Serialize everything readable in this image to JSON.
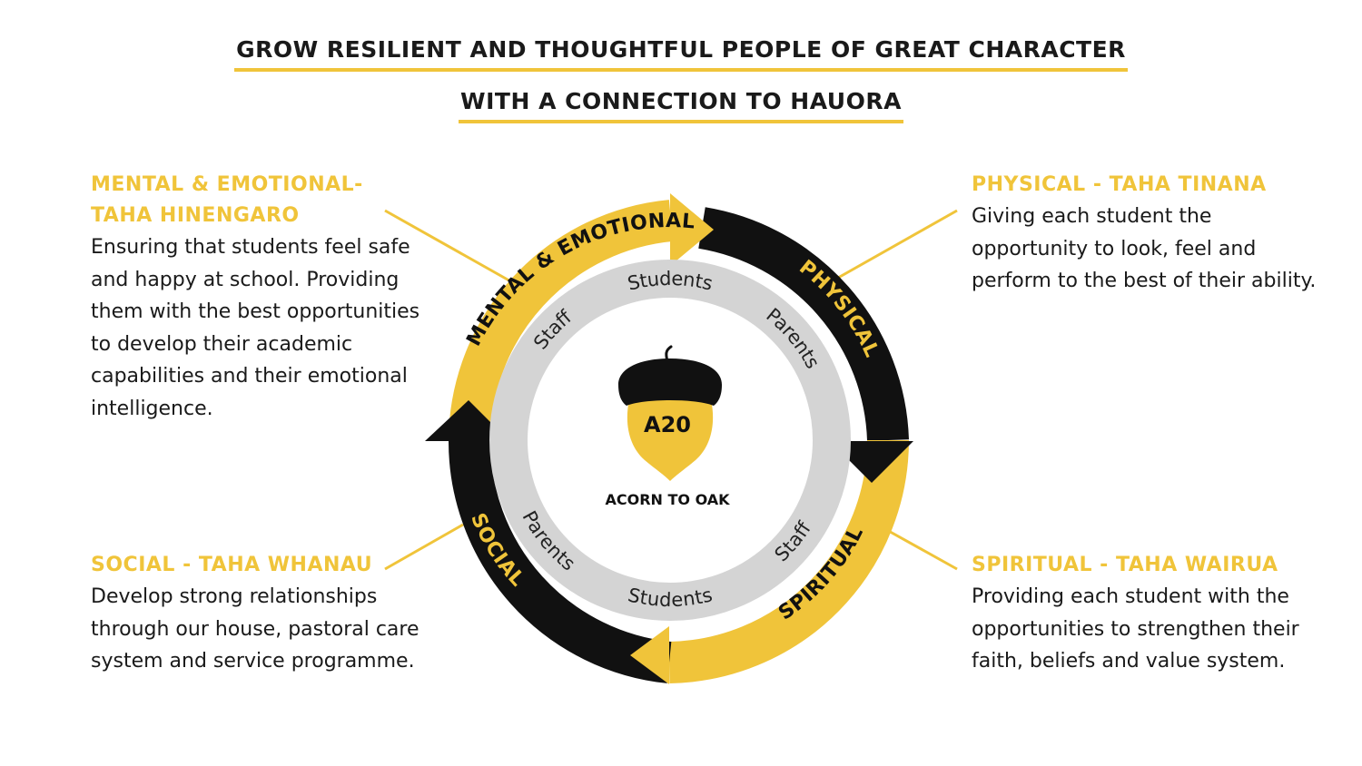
{
  "header": {
    "line1": "GROW RESILIENT AND THOUGHTFUL PEOPLE OF GREAT CHARACTER",
    "line2": "WITH A CONNECTION TO HAUORA"
  },
  "blocks": {
    "mental": {
      "title": "MENTAL & EMOTIONAL- TAHA HINENGARO",
      "body": "Ensuring that students feel safe and happy at school. Providing them with the best opportunities to develop their academic capabilities and their emotional intelligence."
    },
    "physical": {
      "title": "PHYSICAL - TAHA TINANA",
      "body": "Giving each student the opportunity to look, feel and perform to the best of their ability."
    },
    "social": {
      "title": "SOCIAL - TAHA WHANAU",
      "body": "Develop strong relationships through our house, pastoral care system and service programme."
    },
    "spiritual": {
      "title": "SPIRITUAL - TAHA WAIRUA",
      "body": "Providing each student with the opportunities to strengthen their faith, beliefs and value system."
    }
  },
  "cycle": {
    "outer_labels": {
      "mental": "MENTAL & EMOTIONAL",
      "physical": "PHYSICAL",
      "spiritual": "SPIRITUAL",
      "social": "SOCIAL"
    },
    "inner_labels": {
      "top": "Students",
      "top_right": "Parents",
      "top_left": "Staff",
      "bottom": "Students",
      "bottom_right": "Staff",
      "bottom_left": "Parents"
    },
    "center": {
      "badge": "A20",
      "caption": "ACORN TO OAK"
    }
  },
  "colors": {
    "yellow": "#f0c43a",
    "black": "#111111",
    "ring_grey": "#d4d4d4"
  }
}
